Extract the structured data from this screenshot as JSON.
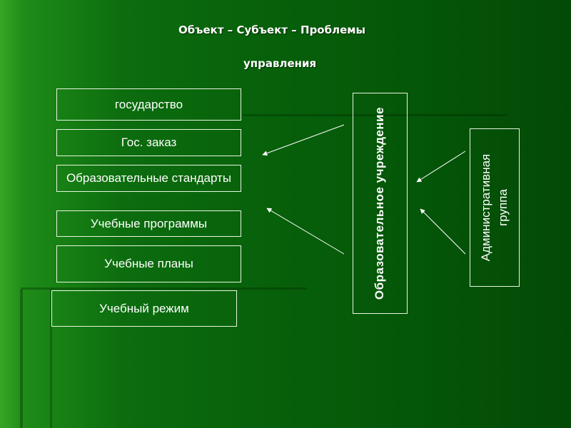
{
  "title": {
    "line1": "Объект – Субъект – Проблемы",
    "line2": "управления"
  },
  "left_boxes": [
    {
      "label": "государство"
    },
    {
      "label": "Гос. заказ"
    },
    {
      "label": "Образовательные стандарты"
    },
    {
      "label": "Учебные программы"
    },
    {
      "label": "Учебные планы"
    },
    {
      "label": "Учебный режим"
    }
  ],
  "center_box": {
    "label": "Образовательное учреждение"
  },
  "right_box": {
    "line1": "Административная",
    "line2": "группа"
  },
  "colors": {
    "background_dark": "#045508",
    "background_light": "#2a9a1e",
    "box_border": "#e8f5e0",
    "text": "#ffffff"
  }
}
